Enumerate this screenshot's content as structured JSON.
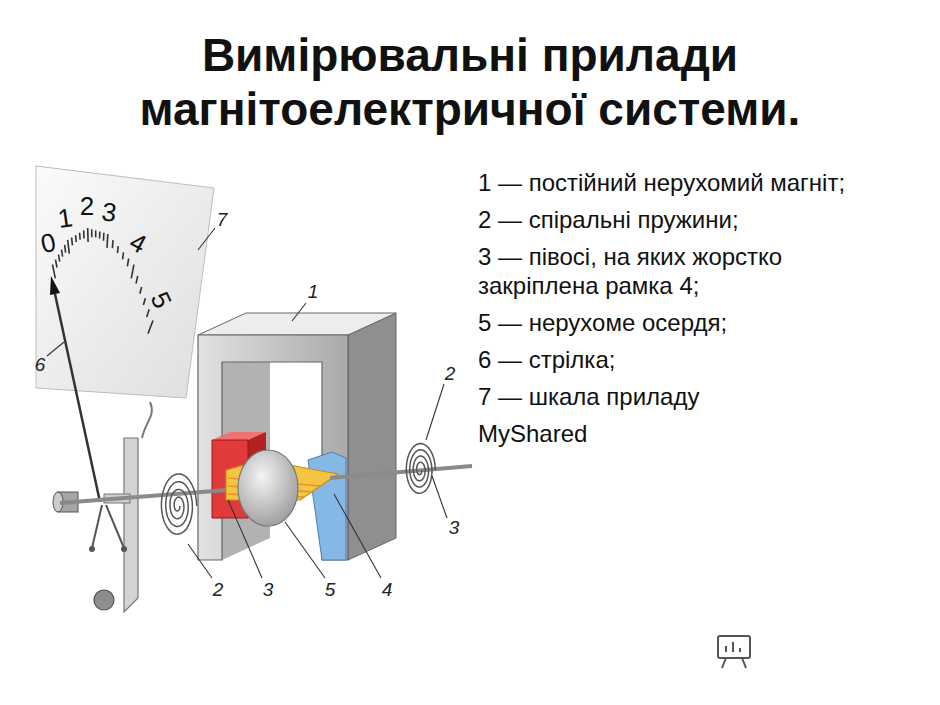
{
  "diagram": {
    "title": "Вимірювальні прилади магнітоелектричної системи.",
    "labels": [
      "0",
      "1",
      "2",
      "3",
      "4",
      "5",
      "7",
      "1",
      "6",
      "2",
      "3",
      "2",
      "3",
      "5",
      "4",
      "1 — постійний нерухомий магніт;",
      "2 — спіральні пружини;",
      "3 — півосі, на яких жорстко закріплена рамка 4;",
      "5 — нерухоме осердя;",
      "6 — стрілка;",
      "7 — шкала приладу",
      "MyShared"
    ]
  }
}
